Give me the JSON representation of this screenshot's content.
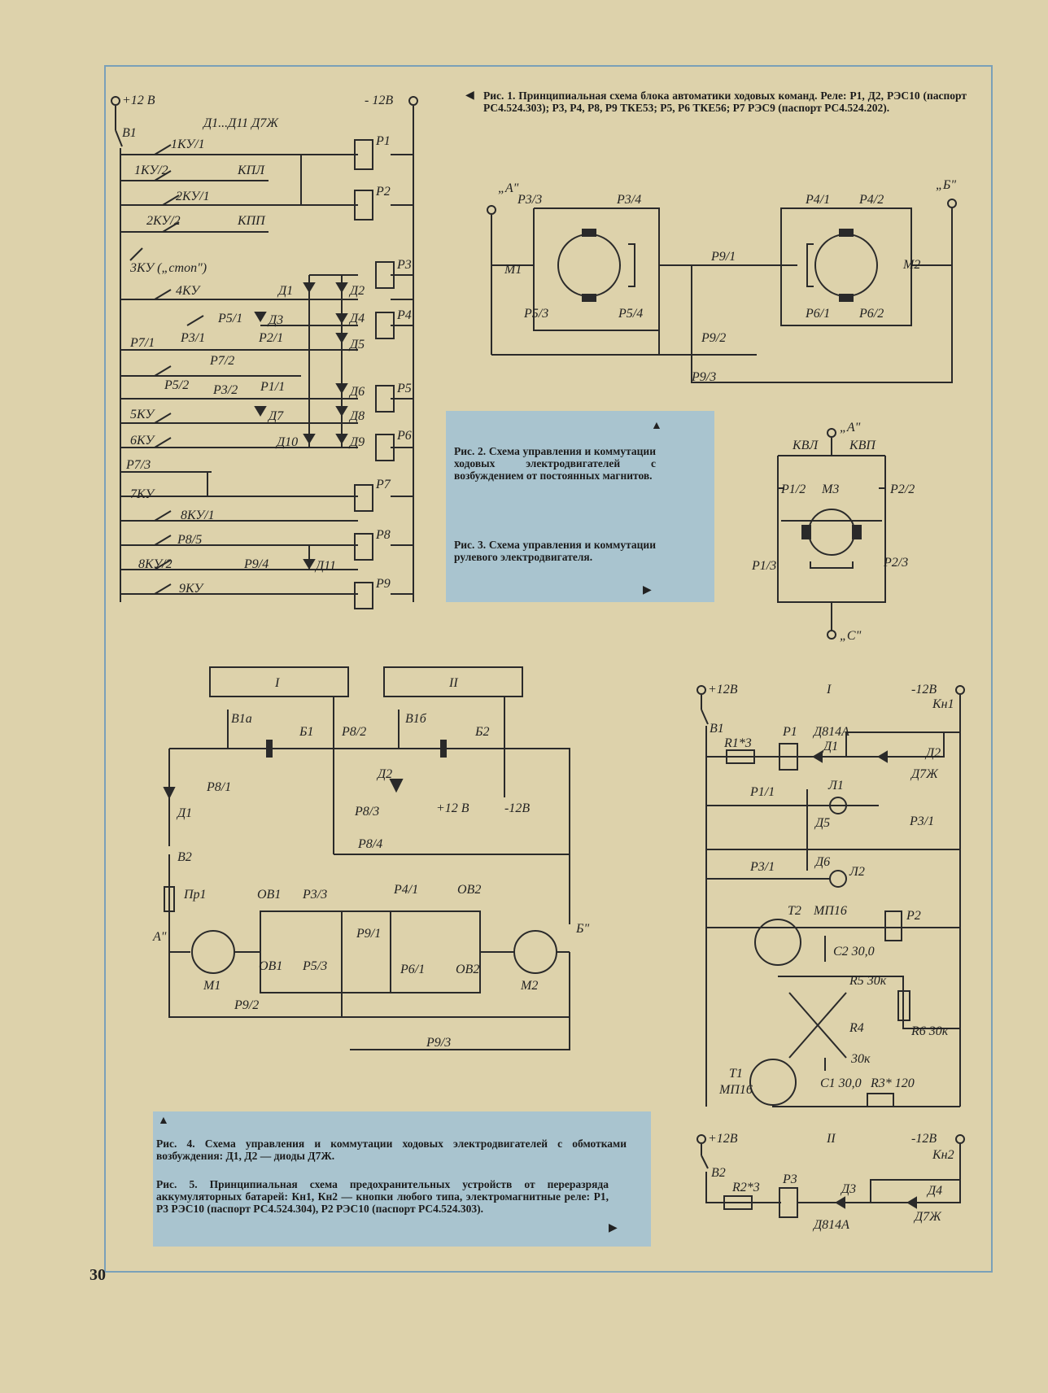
{
  "page_number": "30",
  "captions": {
    "fig1": "Рис. 1. Принципиальная схема блока автоматики ходовых команд. Реле: Р1, Д2, РЭС10 (паспорт РС4.524.303); Р3, Р4, Р8, Р9 ТКЕ53; Р5, Р6 ТКЕ56; Р7 РЭС9 (паспорт РС4.524.202).",
    "fig2": "Рис. 2. Схема управления и коммутации ходовых электродвигателей с возбуждением от постоянных магнитов.",
    "fig3": "Рис. 3. Схема управления и коммутации рулевого электродвигателя.",
    "fig4": "Рис. 4. Схема управления и коммутации ходовых электродвигателей с обмотками возбуждения: Д1, Д2 — диоды Д7Ж.",
    "fig5": "Рис. 5. Принципиальная схема предохранительных устройств от переразряда аккумуляторных батарей: Кн1, Кн2 — кнопки любого типа, электромагнитные реле: Р1, Р3 РЭС10 (паспорт РС4.524.304), Р2 РЭС10 (паспорт РС4.524.303)."
  },
  "fig1": {
    "labels": {
      "plus12": "+12 В",
      "minus12": "- 12В",
      "b1": "В1",
      "diodes": "Д1...Д11 Д7Ж",
      "ky1_1": "1КУ/1",
      "ky1_2": "1КУ/2",
      "kpl": "КПЛ",
      "ky2_1": "2КУ/1",
      "ky2_2": "2КУ/2",
      "kpp": "КПП",
      "ky3": "3КУ („стоп\")",
      "ky4": "4КУ",
      "d1": "Д1",
      "d2": "Д2",
      "d3": "Д3",
      "d4": "Д4",
      "d5": "Д5",
      "p5_1": "Р5/1",
      "p3_1": "Р3/1",
      "p7_1": "Р7/1",
      "p2_1": "Р2/1",
      "p7_2": "Р7/2",
      "p5_2": "Р5/2",
      "p3_2": "Р3/2",
      "p1_1": "Р1/1",
      "d6": "Д6",
      "d7": "Д7",
      "d8": "Д8",
      "ky5": "5КУ",
      "ky6": "6КУ",
      "d10": "Д10",
      "d9": "Д9",
      "p7_3": "Р7/3",
      "ky7": "7КУ",
      "ky8_1": "8КУ/1",
      "p8_5": "Р8/5",
      "ky8_2": "8КУ/2",
      "p9_4": "Р9/4",
      "d11": "Д11",
      "ky9": "9КУ",
      "p1": "Р1",
      "p2": "Р2",
      "p3": "Р3",
      "p4": "Р4",
      "p5": "Р5",
      "p6": "Р6",
      "p7": "Р7",
      "p8": "Р8",
      "p9": "Р9"
    }
  },
  "fig2": {
    "labels": {
      "terminal_a": "„А\"",
      "terminal_b": "„Б\"",
      "p3_3": "Р3/3",
      "p3_4": "Р3/4",
      "m1": "М1",
      "p5_3": "Р5/3",
      "p5_4": "Р5/4",
      "p9_1": "Р9/1",
      "p9_2": "Р9/2",
      "p9_3": "Р9/3",
      "p4_1": "Р4/1",
      "p4_2": "Р4/2",
      "m2": "М2",
      "p6_1": "Р6/1",
      "p6_2": "Р6/2"
    }
  },
  "fig3": {
    "labels": {
      "terminal_a": "„А\"",
      "kvl": "КВЛ",
      "kvp": "КВП",
      "p1_2": "Р1/2",
      "m3": "М3",
      "p2_2": "Р2/2",
      "p1_3": "Р1/3",
      "p2_3": "Р2/3",
      "terminal_c": "„С\""
    }
  },
  "fig4": {
    "labels": {
      "block_i": "I",
      "block_ii": "II",
      "b1a": "В1а",
      "b1b": "В1б",
      "bat_b1": "Б1",
      "bat_b2": "Б2",
      "p8_2": "Р8/2",
      "d2": "Д2",
      "plus12": "+12 В",
      "minus12": "-12В",
      "p8_1": "Р8/1",
      "d1": "Д1",
      "p8_3": "Р8/3",
      "p8_4": "Р8/4",
      "b2": "В2",
      "pr1": "Пр1",
      "terminal_a": "А\"",
      "terminal_b": "Б\"",
      "ob1_top": "ОВ1",
      "p3_3": "Р3/3",
      "p4_1": "Р4/1",
      "ob2_top": "ОВ2",
      "p9_1": "Р9/1",
      "ob1_bot": "ОВ1",
      "p5_3": "Р5/3",
      "p6_1": "Р6/1",
      "ob2_bot": "ОВ2",
      "m1": "М1",
      "m2": "М2",
      "p9_2": "Р9/2",
      "p9_3": "Р9/3"
    }
  },
  "fig5": {
    "labels": {
      "plus12_top": "+12В",
      "section_i": "I",
      "minus12_top": "-12В",
      "kn1": "Кн1",
      "b1": "В1",
      "r1": "R1*3",
      "p1": "Р1",
      "d814a_top": "Д814А",
      "d1": "Д1",
      "d2": "Д2",
      "d7zh_top": "Д7Ж",
      "p1_1": "Р1/1",
      "l1": "Л1",
      "d5": "Д5",
      "p3_1_right": "Р3/1",
      "d6": "Д6",
      "p3_1_left": "Р3/1",
      "l2": "Л2",
      "t2": "Т2",
      "mp16_top": "МП16",
      "p2": "Р2",
      "c2": "С2 30,0",
      "r5": "R5 30к",
      "r4": "R4",
      "r6": "R6 30к",
      "r4_value": "30к",
      "t1": "Т1",
      "mp16_bottom": "МП16",
      "c1": "С1 30,0",
      "r3": "R3* 120",
      "plus12_bottom": "+12В",
      "section_ii": "II",
      "minus12_bottom": "-12В",
      "b2": "В2",
      "r2": "R2*3",
      "p3": "Р3",
      "d3": "Д3",
      "d814a_bottom": "Д814А",
      "kn2": "Кн2",
      "d4": "Д4",
      "d7zh_bottom": "Д7Ж"
    }
  }
}
